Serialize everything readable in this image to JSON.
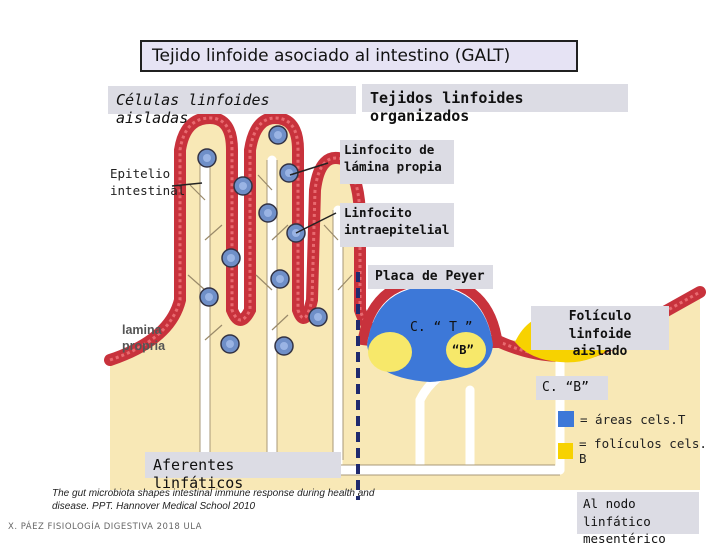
{
  "title": "Tejido linfoide asociado al intestino  (GALT)",
  "labels": {
    "celulas_aisladas": "Células  linfoides aisladas",
    "tejidos_organizados": "Tejidos linfoides organizados",
    "epitelio_line1": "Epitelio",
    "epitelio_line2": "intestinal",
    "lamina_line1": "lamina",
    "lamina_line2": "propria",
    "linfocito_lamina_line1": "Linfocito de",
    "linfocito_lamina_line2": "lámina propia",
    "linfocito_intra_line1": "Linfocito",
    "linfocito_intra_line2": "intraepitelial",
    "placa_peyer": "Placa de Peyer",
    "c_t": "C. “ T ”",
    "b_label": "“B”",
    "foliculo_line1": "Folículo linfoide",
    "foliculo_line2": "aislado",
    "c_b": "C. “B”",
    "aferentes": "Aferentes linfáticos",
    "nodo_line1": "Al nodo linfático",
    "nodo_line2": "mesentérico"
  },
  "legend": [
    {
      "color": "#3d78d8",
      "text": "= áreas cels.T"
    },
    {
      "color": "#f7d200",
      "text": "= folículos cels. B"
    }
  ],
  "citation_line1": "The gut microbiota shapes intestinal immune response during health and",
  "citation_line2": "disease. PPT. Hannover Medical School 2010",
  "footer": "X. PÁEZ  FISIOLOGÍA DIGESTIVA 2018  ULA",
  "colors": {
    "epithelium": "#c8323c",
    "lamina": "#f8e8b6",
    "lymph_vessel": "#ffffff",
    "cell": "#6f8fc8",
    "dashed_line": "#1f2a6e"
  }
}
